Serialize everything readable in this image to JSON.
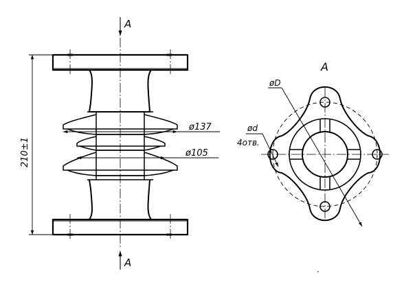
{
  "colors": {
    "ink": "#000000",
    "paper": "#ffffff"
  },
  "section_marks": {
    "top": "A",
    "bottom": "A",
    "view": "A"
  },
  "dimensions": {
    "height": "210±1",
    "shed_large": "ø137",
    "shed_small": "ø105",
    "bolt_circle": "øD",
    "hole": "ød",
    "hole_count": "4отв."
  }
}
